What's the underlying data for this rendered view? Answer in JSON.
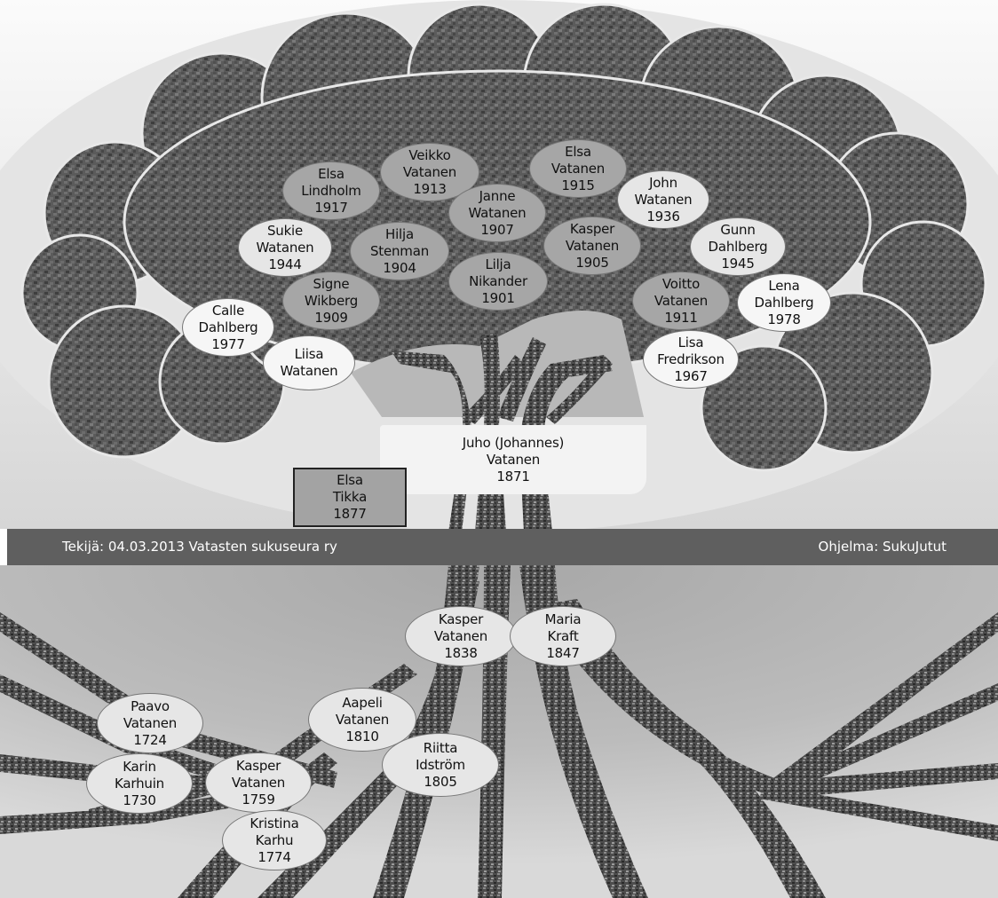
{
  "upper": {
    "people": [
      {
        "id": "veikko",
        "first": "Veikko",
        "last": "Vatanen",
        "year": "1913"
      },
      {
        "id": "elsa-v",
        "first": "Elsa",
        "last": "Vatanen",
        "year": "1915"
      },
      {
        "id": "elsa-l",
        "first": "Elsa",
        "last": "Lindholm",
        "year": "1917"
      },
      {
        "id": "janne",
        "first": "Janne",
        "last": "Watanen",
        "year": "1907"
      },
      {
        "id": "john",
        "first": "John",
        "last": "Watanen",
        "year": "1936"
      },
      {
        "id": "sukie",
        "first": "Sukie",
        "last": "Watanen",
        "year": "1944"
      },
      {
        "id": "hilja",
        "first": "Hilja",
        "last": "Stenman",
        "year": "1904"
      },
      {
        "id": "kasper-1905",
        "first": "Kasper",
        "last": "Vatanen",
        "year": "1905"
      },
      {
        "id": "gunn",
        "first": "Gunn",
        "last": "Dahlberg",
        "year": "1945"
      },
      {
        "id": "lilja",
        "first": "Lilja",
        "last": "Nikander",
        "year": "1901"
      },
      {
        "id": "signe",
        "first": "Signe",
        "last": "Wikberg",
        "year": "1909"
      },
      {
        "id": "voitto",
        "first": "Voitto",
        "last": "Vatanen",
        "year": "1911"
      },
      {
        "id": "lena",
        "first": "Lena",
        "last": "Dahlberg",
        "year": "1978"
      },
      {
        "id": "calle",
        "first": "Calle",
        "last": "Dahlberg",
        "year": "1977"
      },
      {
        "id": "liisa",
        "first": "Liisa",
        "last": "Watanen",
        "year": ""
      },
      {
        "id": "lisa",
        "first": "Lisa",
        "last": "Fredrikson",
        "year": "1967"
      }
    ],
    "main_person": {
      "first": "Juho (Johannes)",
      "last": "Vatanen",
      "year": "1871"
    },
    "spouse": {
      "first": "Elsa",
      "last": "Tikka",
      "year": "1877"
    }
  },
  "banner": {
    "author": "Tekijä: 04.03.2013 Vatasten sukuseura ry",
    "program": "Ohjelma: SukuJutut"
  },
  "lower": {
    "people": [
      {
        "id": "kasper-1838",
        "first": "Kasper",
        "last": "Vatanen",
        "year": "1838"
      },
      {
        "id": "maria",
        "first": "Maria",
        "last": "Kraft",
        "year": "1847"
      },
      {
        "id": "aapeli",
        "first": "Aapeli",
        "last": "Vatanen",
        "year": "1810"
      },
      {
        "id": "riitta",
        "first": "Riitta",
        "last": "Idström",
        "year": "1805"
      },
      {
        "id": "paavo",
        "first": "Paavo",
        "last": "Vatanen",
        "year": "1724"
      },
      {
        "id": "karin",
        "first": "Karin",
        "last": "Karhuin",
        "year": "1730"
      },
      {
        "id": "kasper-1759",
        "first": "Kasper",
        "last": "Vatanen",
        "year": "1759"
      },
      {
        "id": "kristina",
        "first": "Kristina",
        "last": "Karhu",
        "year": "1774"
      }
    ]
  },
  "colors": {
    "background_top": "#fafafa",
    "background_bottom": "#c9c9c9",
    "crown": "#5c5c5c",
    "trunk": "#4a4a4a",
    "banner": "#5f5f5f",
    "banner_text": "#ffffff"
  }
}
